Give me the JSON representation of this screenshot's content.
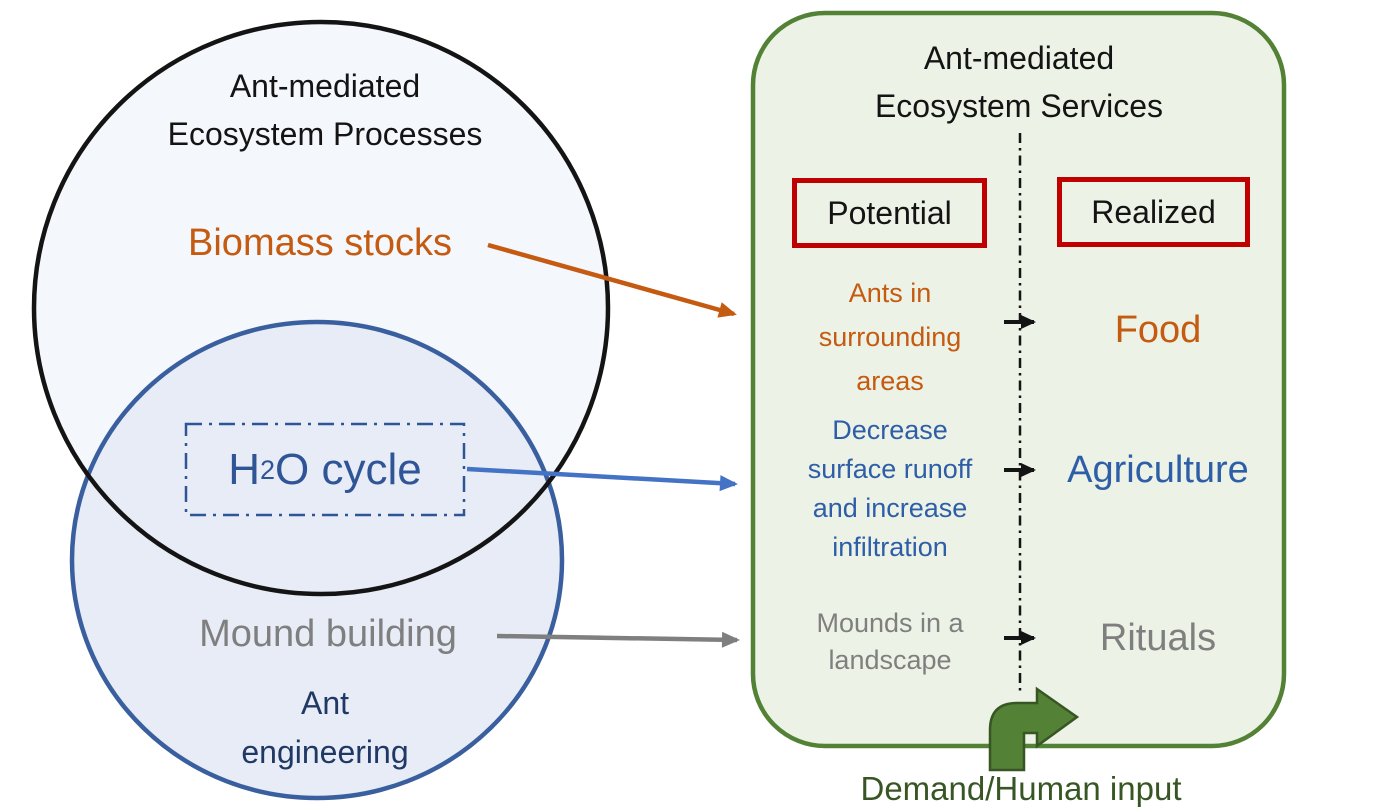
{
  "left_venn": {
    "processes_circle_title": "Ant-mediated\nEcosystem Processes",
    "biomass_label": "Biomass stocks",
    "h2o_label": {
      "pre": "H",
      "sub": "2",
      "post": "O cycle"
    },
    "mound_label": "Mound building",
    "engineering_circle_title": "Ant\nengineering"
  },
  "right_panel": {
    "title": "Ant-mediated\nEcosystem Services",
    "potential_label": "Potential",
    "realized_label": "Realized",
    "rows": [
      {
        "potential": "Ants in\nsurrounding\nareas",
        "realized": "Food",
        "theme": "orange"
      },
      {
        "potential": "Decrease\nsurface runoff\nand increase\ninfiltration",
        "realized": "Agriculture",
        "theme": "blue"
      },
      {
        "potential": "Mounds in a\nlandscape",
        "realized": "Rituals",
        "theme": "gray"
      }
    ],
    "demand_label": "Demand/Human input"
  },
  "colors": {
    "black": "#141414",
    "orange": "#C55A11",
    "blue": "#2F5597",
    "rowblue": "#2E5EA8",
    "connblue": "#4472C4",
    "gray": "#7F7F7F",
    "navy": "#1F3864",
    "red": "#C00000",
    "panelgreen": "#538135",
    "darkgreen": "#375623",
    "panelfill": "#ECF2E5",
    "circleblue": "#3A5F9E",
    "topfill": "#F4F7FB",
    "bluefill": "#E7ECF6"
  }
}
